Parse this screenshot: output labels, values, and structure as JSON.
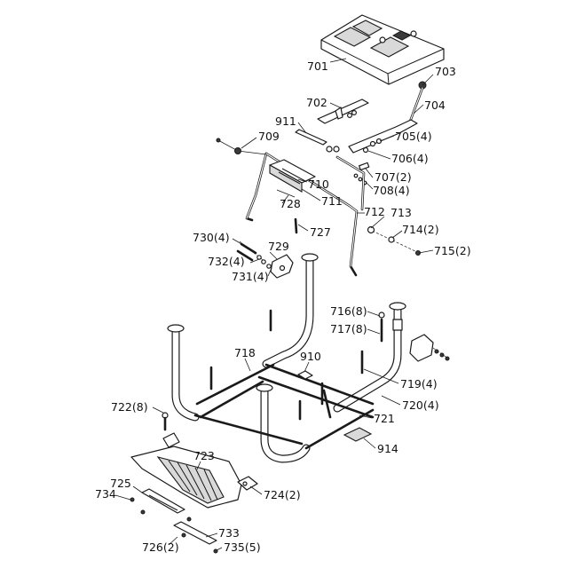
{
  "diagram": {
    "callouts": [
      {
        "id": "c701",
        "text": "701"
      },
      {
        "id": "c702",
        "text": "702"
      },
      {
        "id": "c703",
        "text": "703"
      },
      {
        "id": "c704",
        "text": "704"
      },
      {
        "id": "c911",
        "text": "911"
      },
      {
        "id": "c709",
        "text": "709"
      },
      {
        "id": "c705",
        "text": "705(4)"
      },
      {
        "id": "c706",
        "text": "706(4)"
      },
      {
        "id": "c707",
        "text": "707(2)"
      },
      {
        "id": "c708",
        "text": "708(4)"
      },
      {
        "id": "c710",
        "text": "710"
      },
      {
        "id": "c711",
        "text": "711"
      },
      {
        "id": "c728",
        "text": "728"
      },
      {
        "id": "c712",
        "text": "712"
      },
      {
        "id": "c713",
        "text": "713"
      },
      {
        "id": "c714",
        "text": "714(2)"
      },
      {
        "id": "c715",
        "text": "715(2)"
      },
      {
        "id": "c727",
        "text": "727"
      },
      {
        "id": "c730",
        "text": "730(4)"
      },
      {
        "id": "c729",
        "text": "729"
      },
      {
        "id": "c732",
        "text": "732(4)"
      },
      {
        "id": "c731",
        "text": "731(4)"
      },
      {
        "id": "c716",
        "text": "716(8)"
      },
      {
        "id": "c717",
        "text": "717(8)"
      },
      {
        "id": "c718",
        "text": "718"
      },
      {
        "id": "c910",
        "text": "910"
      },
      {
        "id": "c719",
        "text": "719(4)"
      },
      {
        "id": "c720",
        "text": "720(4)"
      },
      {
        "id": "c722",
        "text": "722(8)"
      },
      {
        "id": "c721",
        "text": "721"
      },
      {
        "id": "c914",
        "text": "914"
      },
      {
        "id": "c723",
        "text": "723"
      },
      {
        "id": "c725",
        "text": "725"
      },
      {
        "id": "c734",
        "text": "734"
      },
      {
        "id": "c724",
        "text": "724(2)"
      },
      {
        "id": "c733",
        "text": "733"
      },
      {
        "id": "c726",
        "text": "726(2)"
      },
      {
        "id": "c735",
        "text": "735(5)"
      }
    ]
  }
}
